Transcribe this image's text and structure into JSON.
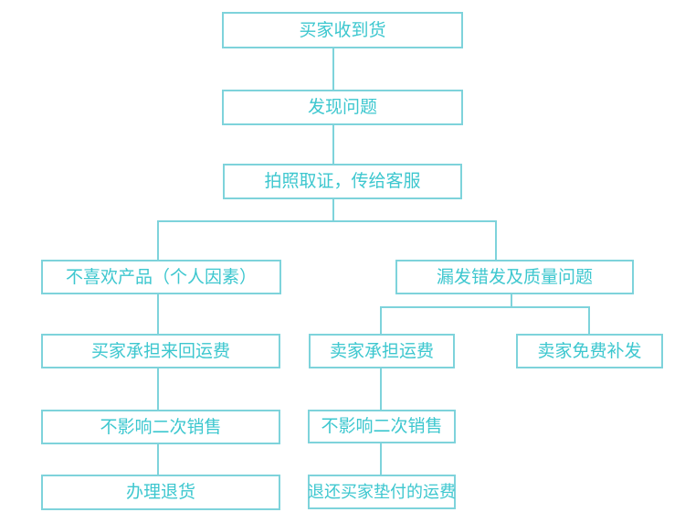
{
  "colors": {
    "background": "#ffffff",
    "box_border": "#7ed3db",
    "box_text": "#3dc7cf",
    "connector": "#7ed3db"
  },
  "flowchart": {
    "type": "flowchart",
    "nodes": {
      "buyer_receives_goods": {
        "label": "买家收到货"
      },
      "find_problem": {
        "label": "发现问题"
      },
      "photo_evidence": {
        "label": "拍照取证，传给客服"
      },
      "dislike_product": {
        "label": "不喜欢产品（个人因素）"
      },
      "wrong_missing_quality": {
        "label": "漏发错发及质量问题"
      },
      "buyer_pays_return_shipping": {
        "label": "买家承担来回运费"
      },
      "seller_pays_shipping": {
        "label": "卖家承担运费"
      },
      "seller_free_reship": {
        "label": "卖家免费补发"
      },
      "no_impact_resale_left": {
        "label": "不影响二次销售"
      },
      "no_impact_resale_mid": {
        "label": "不影响二次销售"
      },
      "process_return": {
        "label": "办理退货"
      },
      "refund_advanced_shipping": {
        "label": "退还买家垫付的运费"
      }
    }
  }
}
